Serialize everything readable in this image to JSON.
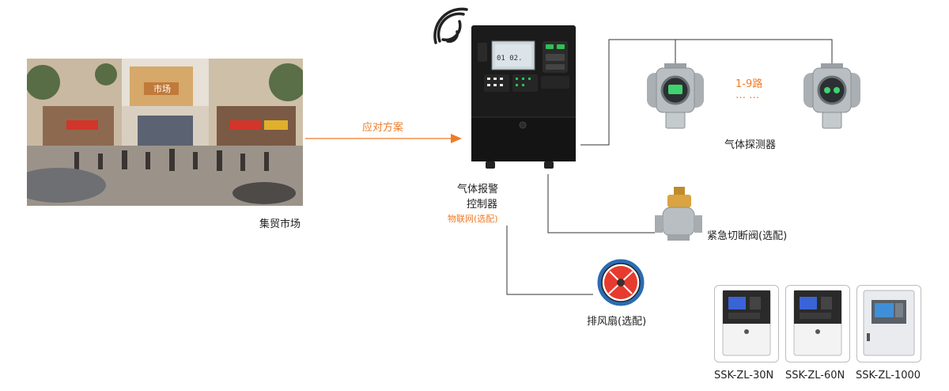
{
  "market": {
    "caption": "集贸市场"
  },
  "arrow": {
    "label": "应对方案"
  },
  "controller": {
    "line1": "气体报警",
    "line2": "控制器",
    "note": "物联网(选配)"
  },
  "detectors": {
    "count_label": "1-9路",
    "dots": "…  …",
    "caption": "气体探测器"
  },
  "valve": {
    "caption": "紧急切断阀(选配)"
  },
  "fan": {
    "caption": "排风扇(选配)"
  },
  "models": [
    {
      "name": "SSK-ZL-30N"
    },
    {
      "name": "SSK-ZL-60N"
    },
    {
      "name": "SSK-ZL-1000"
    }
  ],
  "colors": {
    "accent": "#f07b28",
    "line": "#333333",
    "device": "#1b1b1b"
  }
}
